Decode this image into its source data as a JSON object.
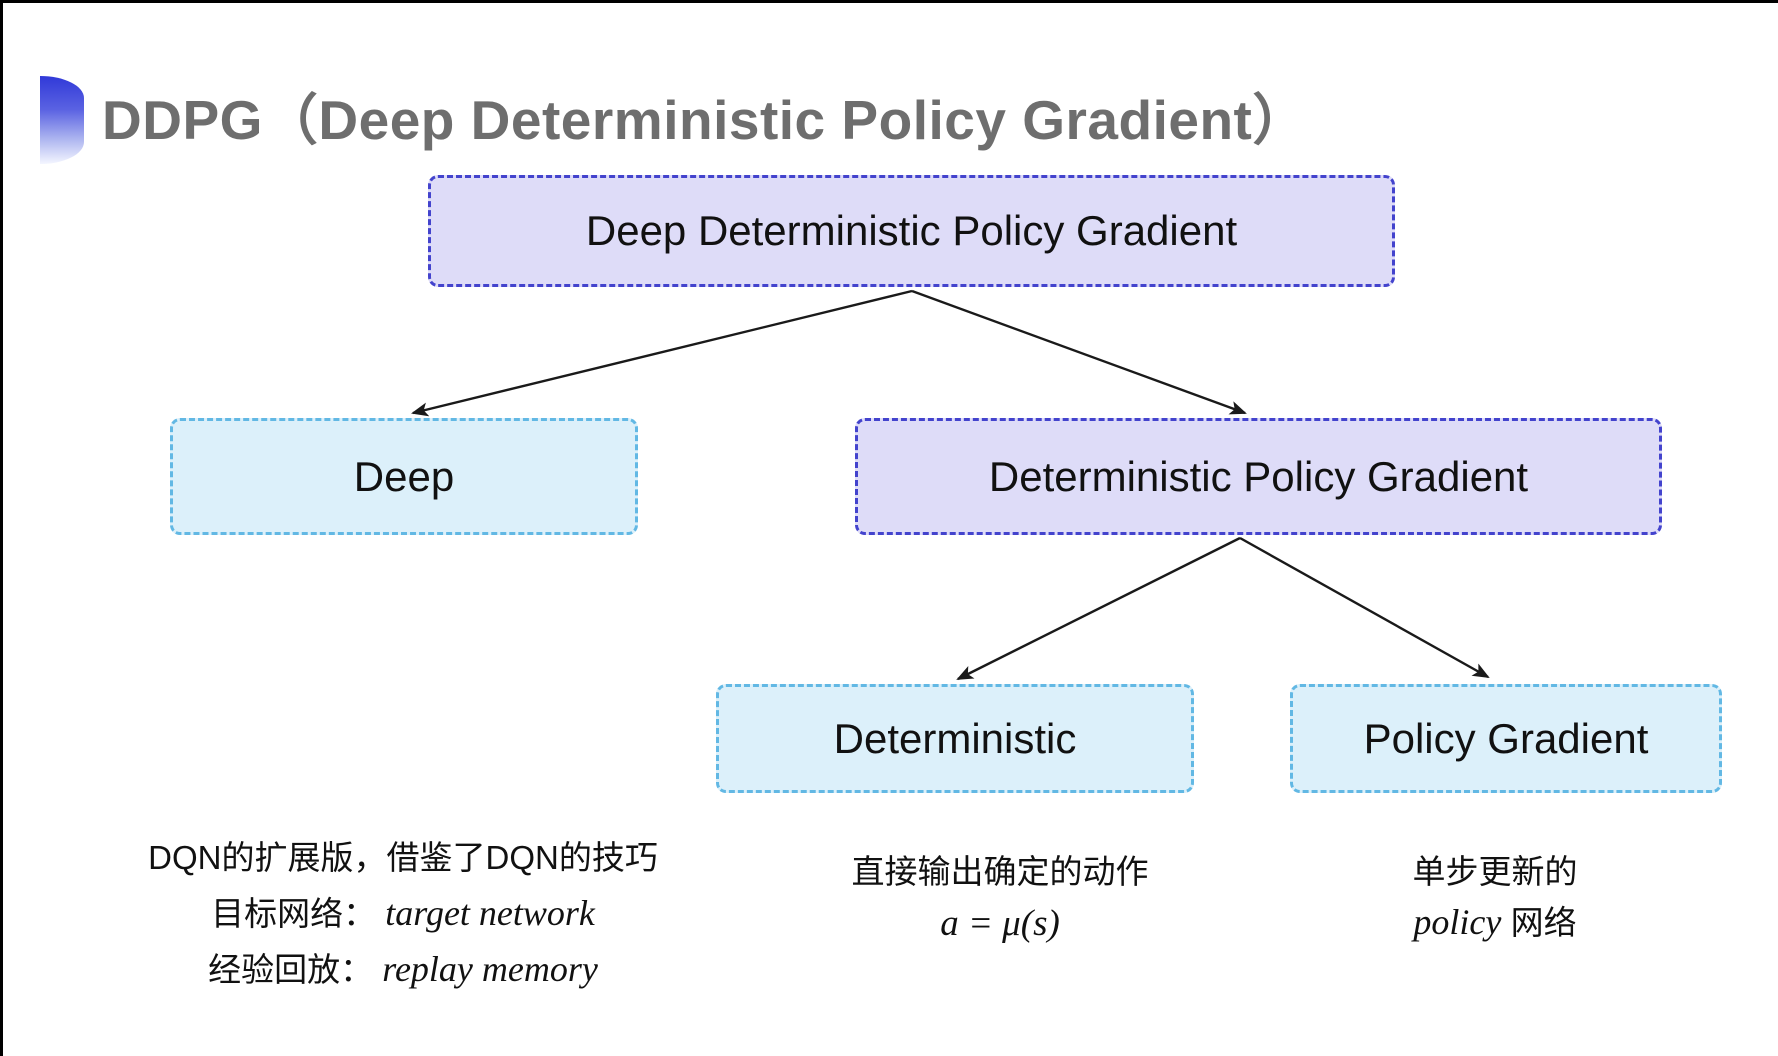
{
  "header": {
    "title": "DDPG（Deep Deterministic Policy Gradient）"
  },
  "tree": {
    "root": {
      "label": "Deep Deterministic Policy Gradient"
    },
    "deep": {
      "label": "Deep"
    },
    "dpg": {
      "label": "Deterministic Policy Gradient"
    },
    "deterministic": {
      "label": "Deterministic"
    },
    "policy_gradient": {
      "label": "Policy Gradient"
    }
  },
  "notes": {
    "deep": {
      "line1": "DQN的扩展版，借鉴了DQN的技巧",
      "line2_label": "目标网络：",
      "line2_term": "target network",
      "line3_label": "经验回放：",
      "line3_term": "replay memory"
    },
    "deterministic": {
      "line1": "直接输出确定的动作",
      "formula": "a = μ(s)"
    },
    "policy_gradient": {
      "line1": "单步更新的",
      "line2_term": "policy",
      "line2_label": "网络"
    }
  },
  "colors": {
    "purple_fill": "#dedcf8",
    "purple_border": "#4343cd",
    "blue_fill": "#dcf0fa",
    "blue_border": "#62b8e4",
    "title_gray": "#6e6e6e",
    "arrow_black": "#1a1a1a"
  }
}
